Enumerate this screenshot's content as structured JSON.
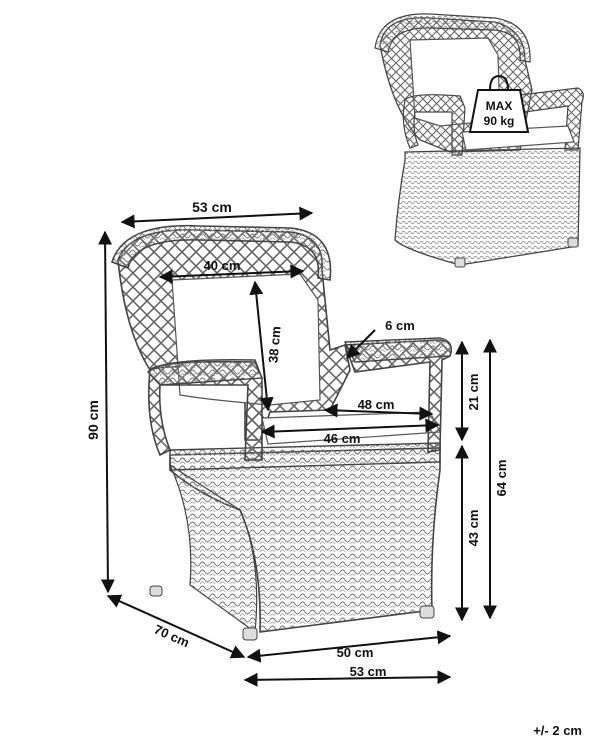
{
  "dimensions": {
    "top_width": "53 cm",
    "back_inner_width": "40 cm",
    "back_height": "38 cm",
    "armrest_width": "6 cm",
    "seat_depth": "48 cm",
    "seat_width": "46 cm",
    "total_height": "90 cm",
    "arm_height_above_seat": "21 cm",
    "seat_height": "43 cm",
    "arm_height": "64 cm",
    "depth": "70 cm",
    "base_width": "50 cm",
    "bottom_width": "53 cm"
  },
  "load_badge": {
    "line1": "MAX",
    "line2": "90 kg"
  },
  "tolerance": "+/- 2 cm"
}
